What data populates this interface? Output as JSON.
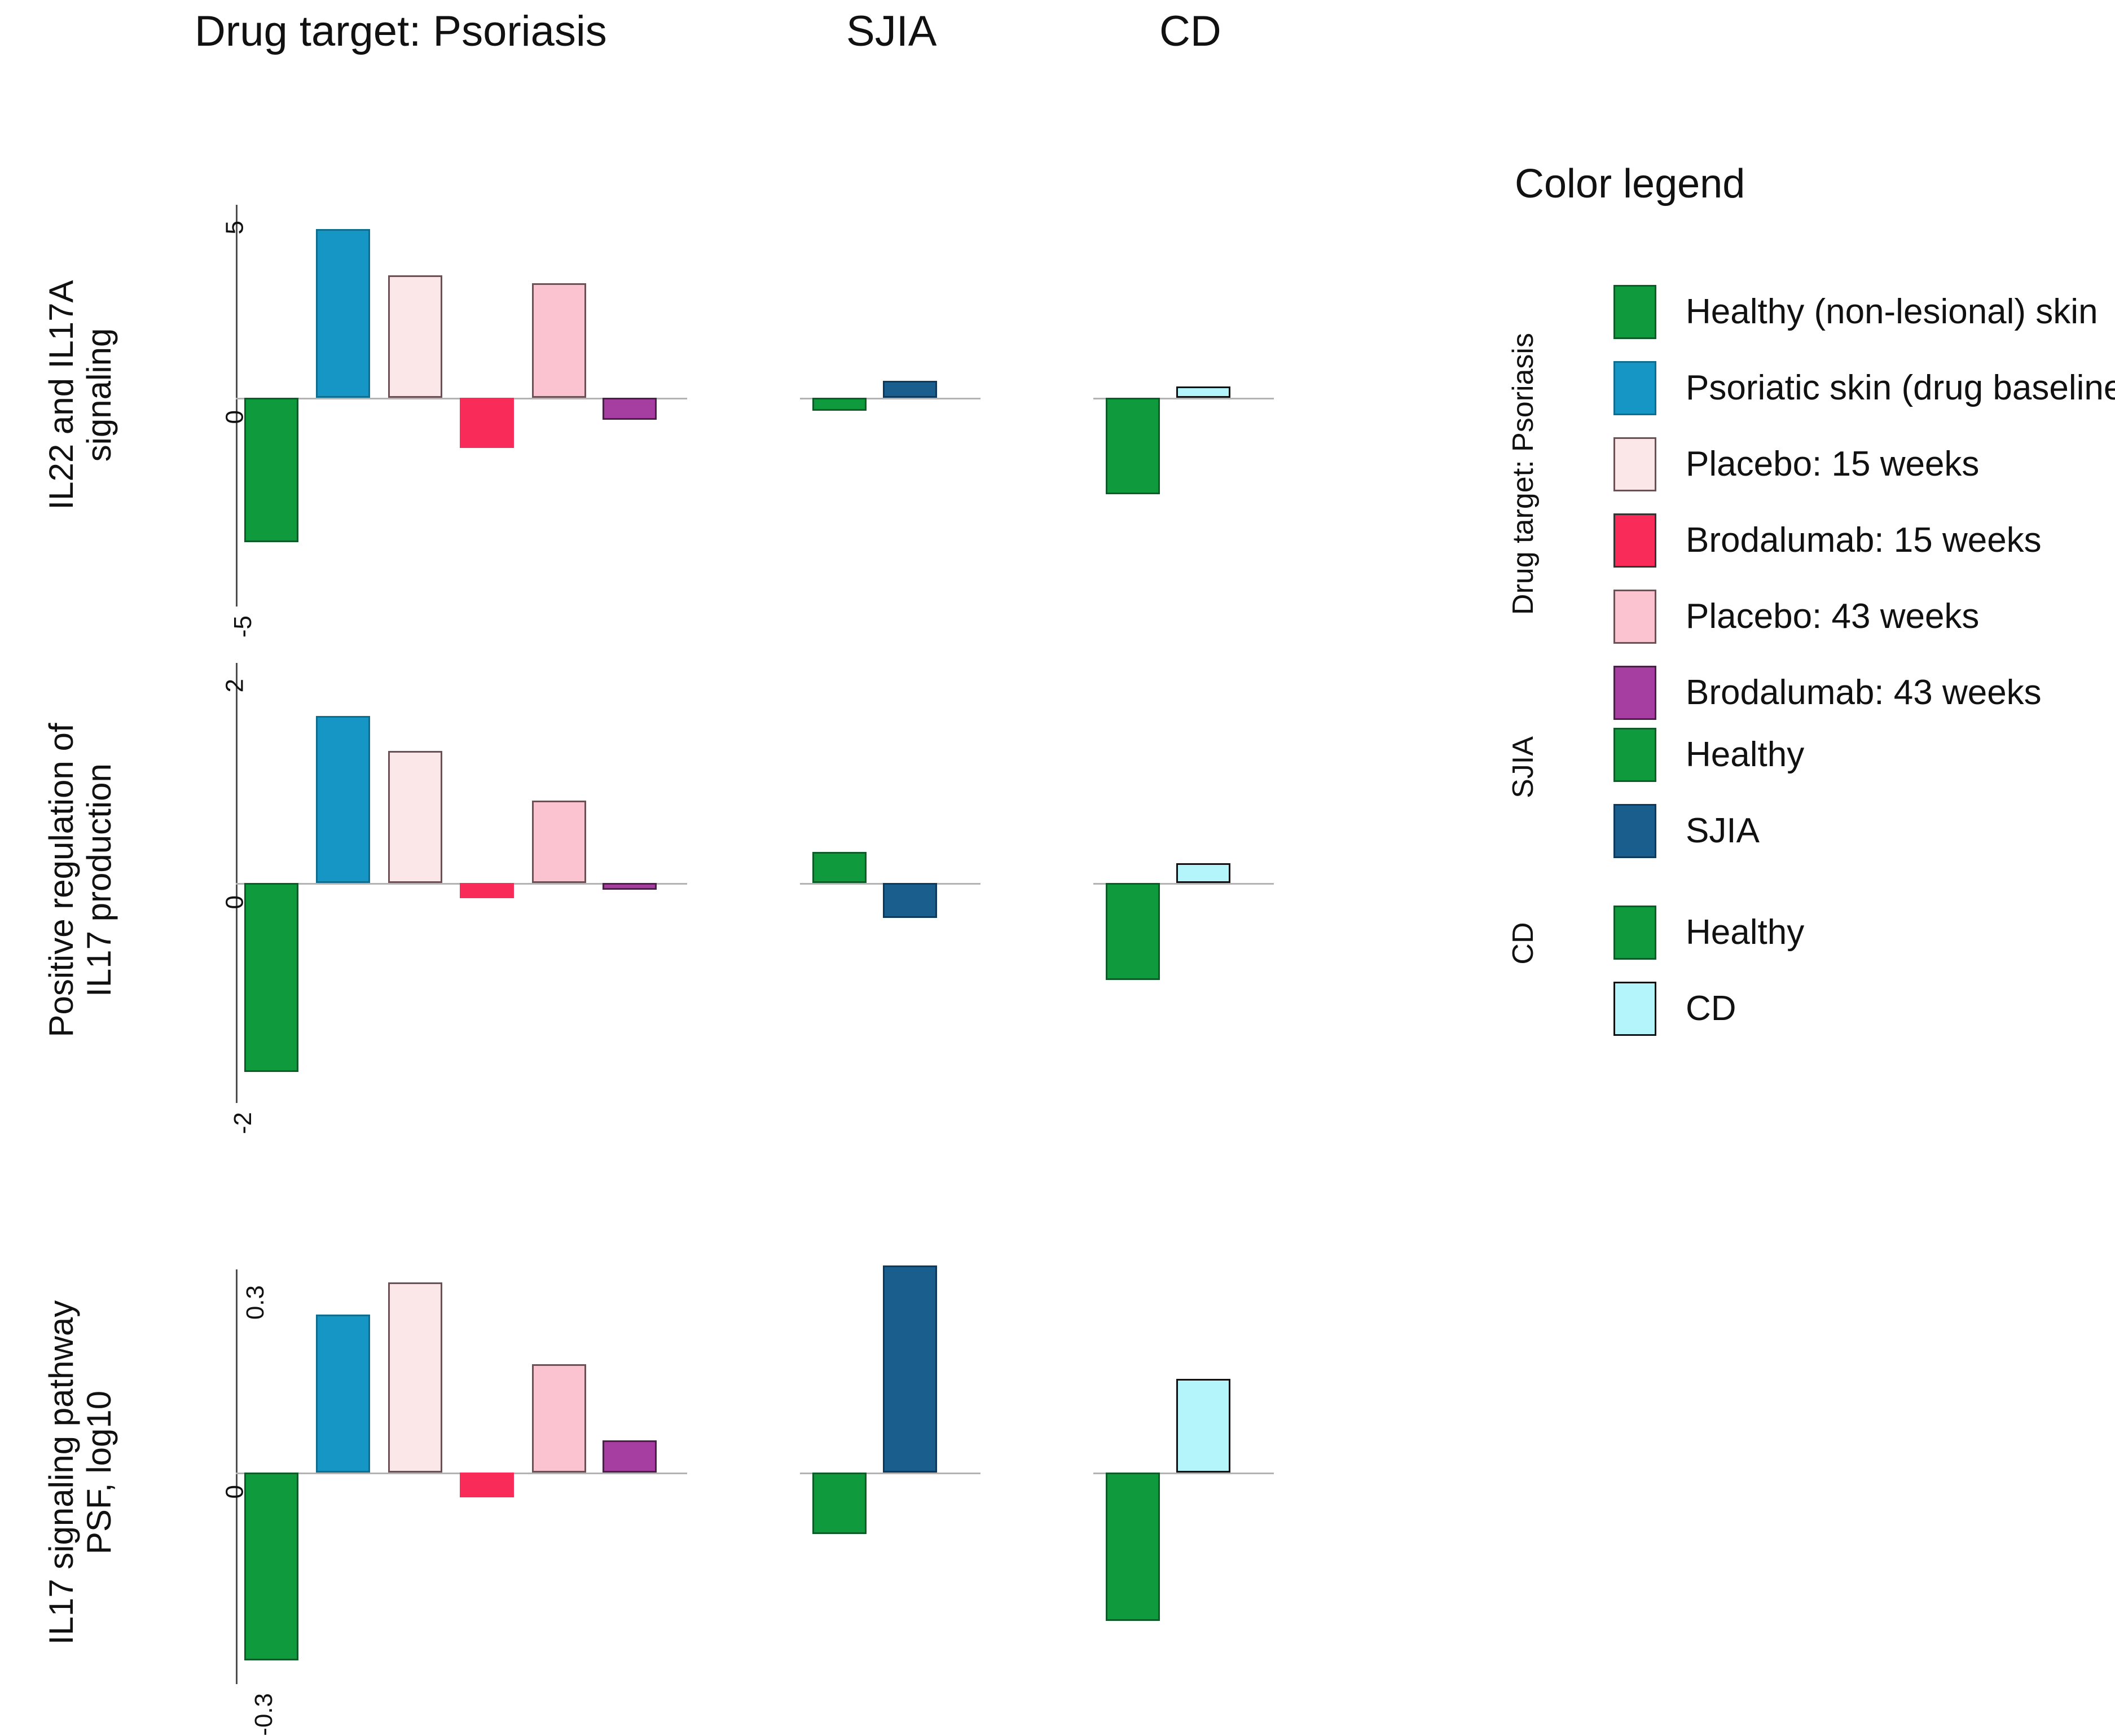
{
  "headers": {
    "psoriasis": "Drug target: Psoriasis",
    "sjia": "SJIA",
    "cd": "CD"
  },
  "colors": {
    "healthy_green": "#0f9a3e",
    "psoriatic_blue": "#1596c4",
    "placebo15_palepink": "#fbe6e8",
    "brodalumab15_red": "#f92b58",
    "placebo43_pink": "#fbc3cf",
    "brodalumab43_purple": "#a63da0",
    "sjia_darkblue": "#1a5e8e",
    "cd_cyan": "#b4f4fb",
    "axis": "#4d4d4d",
    "zero_line": "#b3b3b3"
  },
  "legend": {
    "title": "Color legend",
    "groups": [
      {
        "label": "Drug target: Psoriasis",
        "items": [
          {
            "label": "Healthy (non-lesional) skin",
            "color": "#0f9a3e"
          },
          {
            "label": "Psoriatic skin (drug baseline)",
            "color": "#1596c4"
          },
          {
            "label": "Placebo: 15 weeks",
            "color": "#fbe6e8"
          },
          {
            "label": "Brodalumab: 15 weeks",
            "color": "#f92b58"
          },
          {
            "label": "Placebo: 43 weeks",
            "color": "#fbc3cf"
          },
          {
            "label": "Brodalumab: 43 weeks",
            "color": "#a63da0"
          }
        ]
      },
      {
        "label": "SJIA",
        "items": [
          {
            "label": "Healthy",
            "color": "#0f9a3e"
          },
          {
            "label": "SJIA",
            "color": "#1a5e8e"
          }
        ]
      },
      {
        "label": "CD",
        "items": [
          {
            "label": "Healthy",
            "color": "#0f9a3e"
          },
          {
            "label": "CD",
            "color": "#b4f4fb"
          }
        ]
      }
    ]
  },
  "chart_data": [
    {
      "type": "bar",
      "title": "IL22 and IL17A signaling",
      "ylabel": "IL22 and IL17A signaling",
      "xlabel": "",
      "ylim": [
        -5,
        5
      ],
      "yticks": [
        5,
        0,
        -5
      ],
      "ytick_labels": [
        "5",
        "0",
        "-5"
      ],
      "grid": false,
      "groups": [
        {
          "name": "Drug target: Psoriasis",
          "categories": [
            "Healthy (non-lesional) skin",
            "Psoriatic skin (drug baseline)",
            "Placebo: 15 weeks",
            "Brodalumab: 15 weeks",
            "Placebo: 43 weeks",
            "Brodalumab: 43 weeks"
          ],
          "values": [
            -3.6,
            4.2,
            3.05,
            -1.25,
            2.85,
            -0.55
          ]
        },
        {
          "name": "SJIA",
          "categories": [
            "Healthy",
            "SJIA"
          ],
          "values": [
            -0.32,
            0.42
          ]
        },
        {
          "name": "CD",
          "categories": [
            "Healthy",
            "CD"
          ],
          "values": [
            -2.4,
            0.28
          ]
        }
      ]
    },
    {
      "type": "bar",
      "title": "Positive regulation of IL17 production",
      "ylabel": "Positive regulation of IL17 production",
      "xlabel": "",
      "ylim": [
        -2,
        2
      ],
      "yticks": [
        2,
        0,
        -2
      ],
      "ytick_labels": [
        "2",
        "0",
        "-2"
      ],
      "grid": false,
      "groups": [
        {
          "name": "Drug target: Psoriasis",
          "categories": [
            "Healthy (non-lesional) skin",
            "Psoriatic skin (drug baseline)",
            "Placebo: 15 weeks",
            "Brodalumab: 15 weeks",
            "Placebo: 43 weeks",
            "Brodalumab: 43 weeks"
          ],
          "values": [
            -1.72,
            1.52,
            1.2,
            -0.14,
            0.75,
            -0.06
          ]
        },
        {
          "name": "SJIA",
          "categories": [
            "Healthy",
            "SJIA"
          ],
          "values": [
            0.28,
            -0.32
          ]
        },
        {
          "name": "CD",
          "categories": [
            "Healthy",
            "CD"
          ],
          "values": [
            -0.88,
            0.18
          ]
        }
      ]
    },
    {
      "type": "bar",
      "title": "IL17 signaling pathway PSF, log10",
      "ylabel": "IL17 signaling pathway PSF, log10",
      "xlabel": "",
      "ylim": [
        -0.42,
        0.42
      ],
      "yticks": [
        0.3,
        0,
        -0.3
      ],
      "ytick_labels": [
        "0.3",
        "0",
        "-0.3"
      ],
      "grid": false,
      "groups": [
        {
          "name": "Drug target: Psoriasis",
          "categories": [
            "Healthy (non-lesional) skin",
            "Psoriatic skin (drug baseline)",
            "Placebo: 15 weeks",
            "Brodalumab: 15 weeks",
            "Placebo: 43 weeks",
            "Brodalumab: 43 weeks"
          ],
          "values": [
            -0.38,
            0.32,
            0.385,
            -0.05,
            0.22,
            0.065
          ]
        },
        {
          "name": "SJIA",
          "categories": [
            "Healthy",
            "SJIA"
          ],
          "values": [
            -0.125,
            0.42
          ]
        },
        {
          "name": "CD",
          "categories": [
            "Healthy",
            "CD"
          ],
          "values": [
            -0.3,
            0.19
          ]
        }
      ]
    }
  ]
}
